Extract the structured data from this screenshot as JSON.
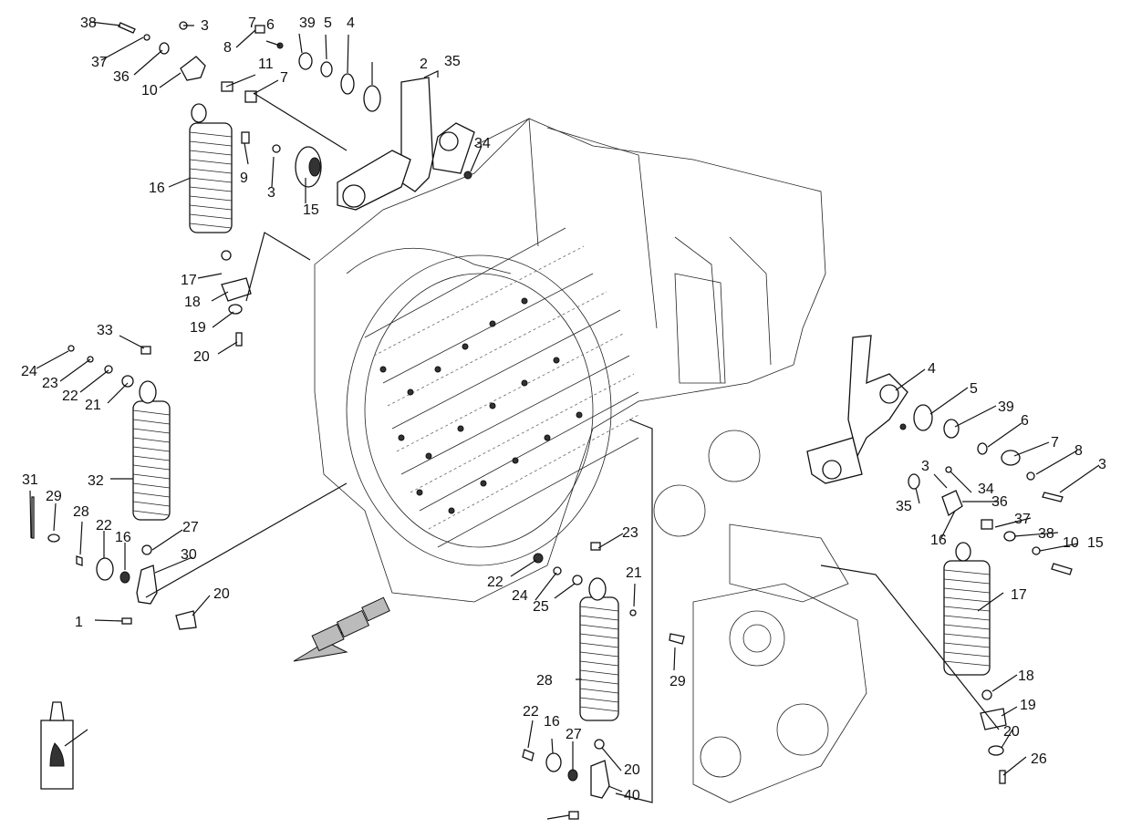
{
  "diagram": {
    "callouts": [
      "38",
      "37",
      "36",
      "10",
      "3",
      "8",
      "7",
      "6",
      "39",
      "5",
      "4",
      "2",
      "35",
      "34",
      "11",
      "7",
      "9",
      "3",
      "15",
      "16",
      "17",
      "18",
      "19",
      "20",
      "33",
      "24",
      "23",
      "22",
      "21",
      "32",
      "31",
      "29",
      "28",
      "22",
      "16",
      "27",
      "30",
      "20",
      "1",
      "4",
      "5",
      "39",
      "6",
      "7",
      "8",
      "3",
      "3",
      "34",
      "35",
      "36",
      "37",
      "38",
      "10",
      "15",
      "16",
      "17",
      "18",
      "19",
      "20",
      "26",
      "23",
      "22",
      "24",
      "25",
      "21",
      "29",
      "28",
      "22",
      "16",
      "27",
      "20",
      "40"
    ]
  }
}
